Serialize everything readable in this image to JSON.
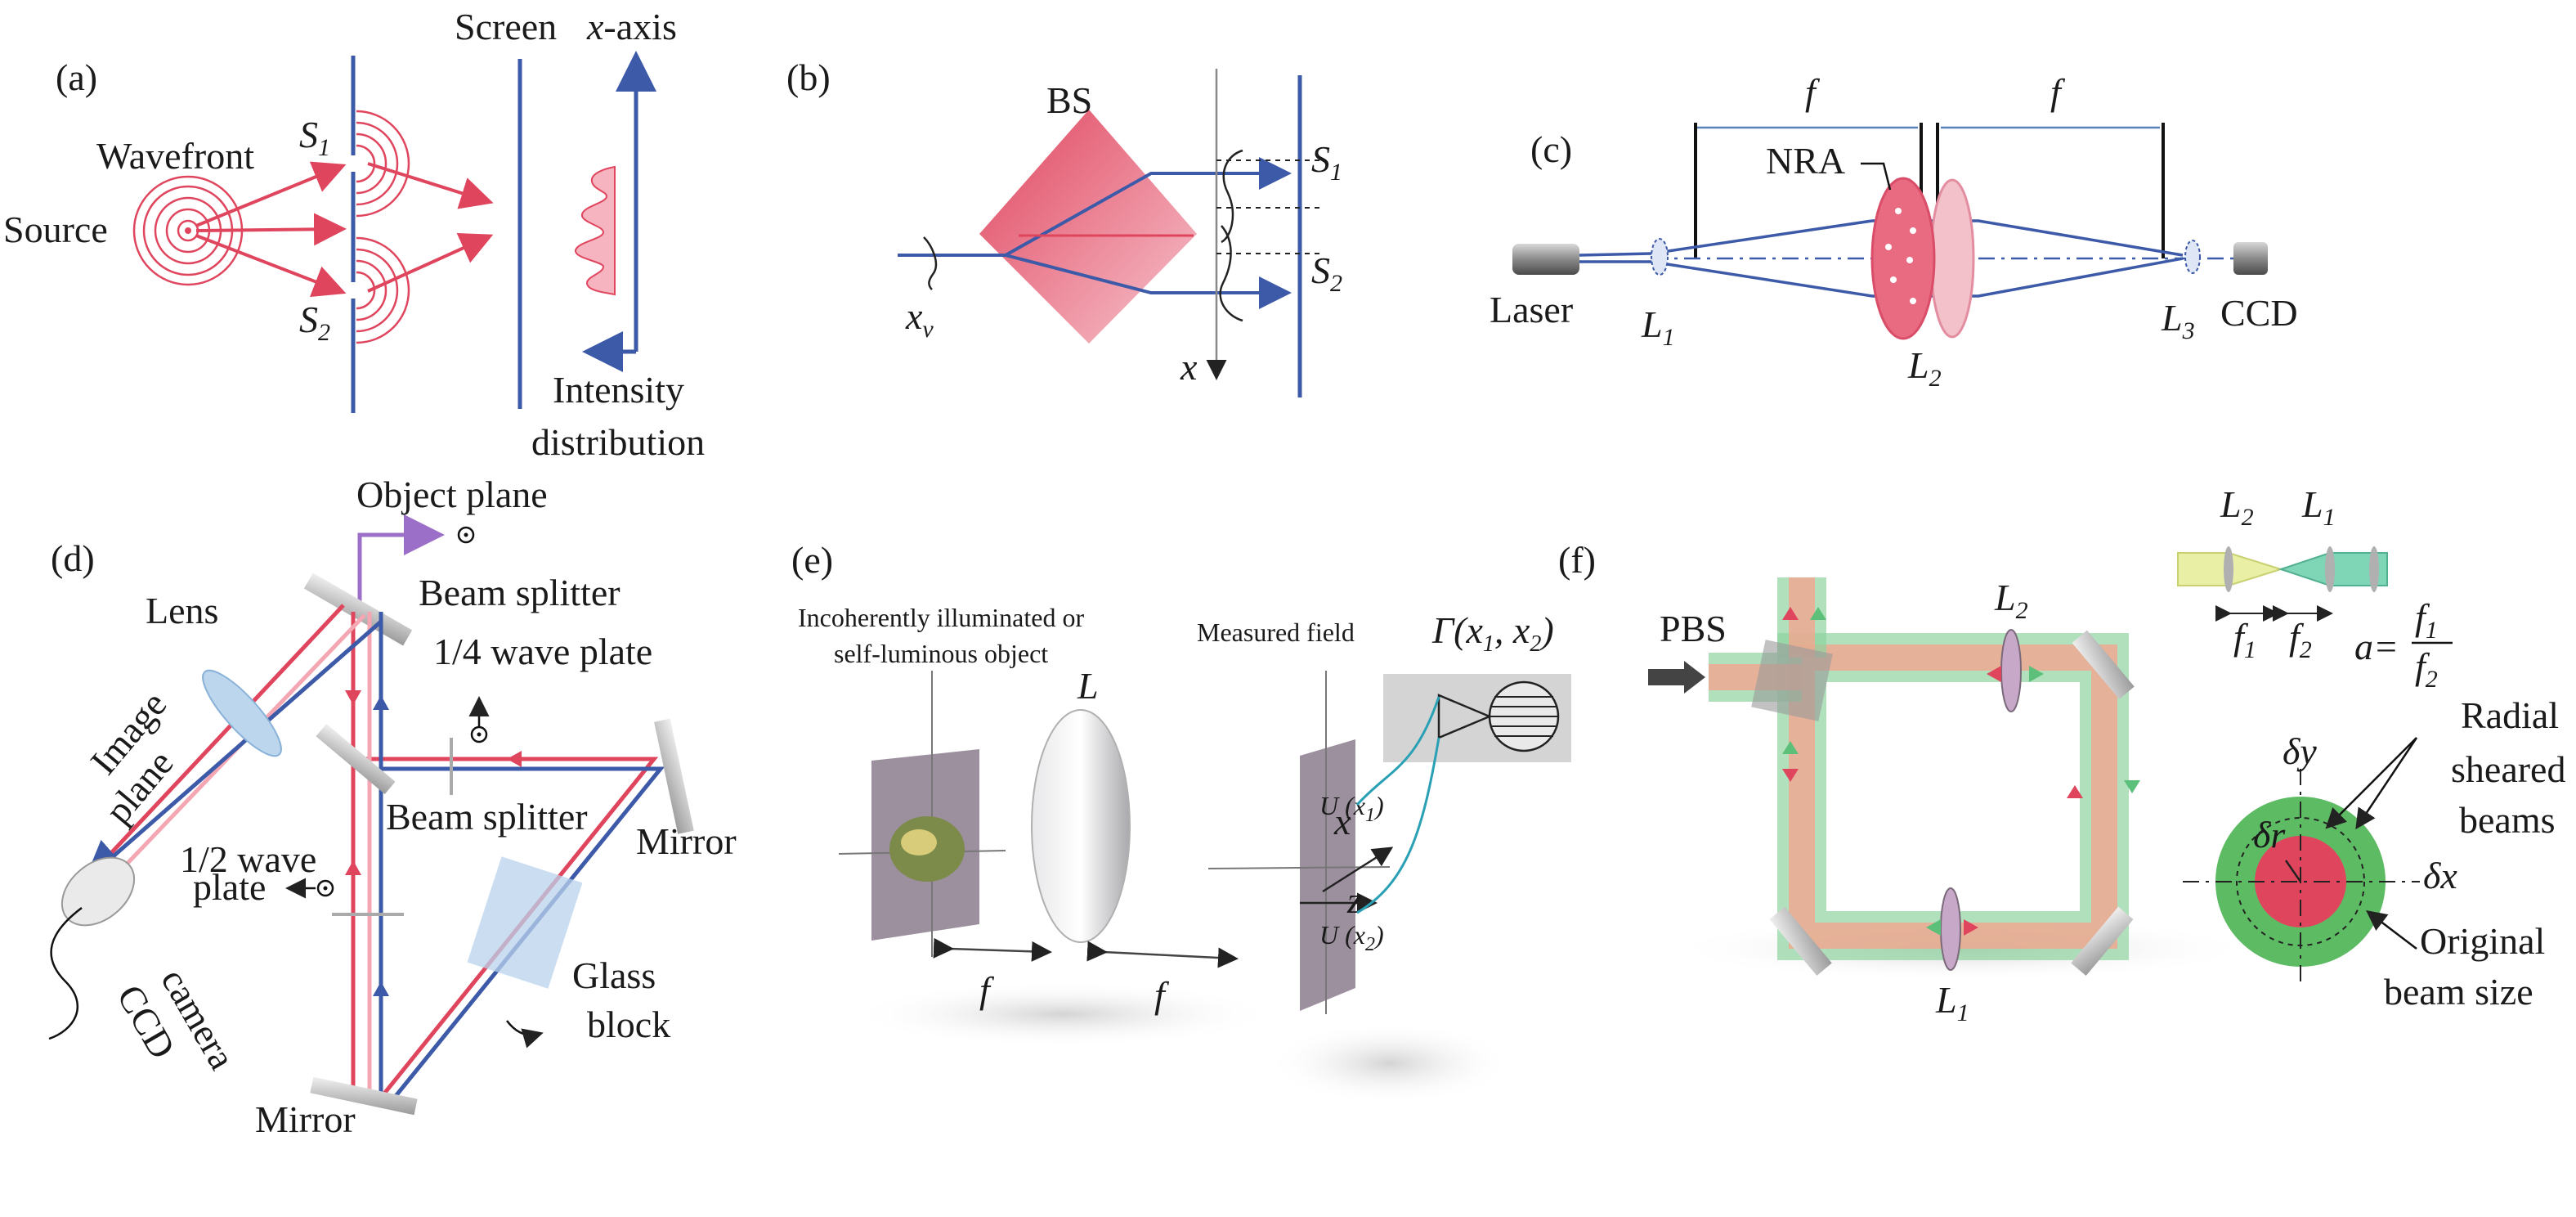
{
  "panels": {
    "a": {
      "label": "(a)",
      "source": "Source",
      "wavefront": "Wavefront",
      "s1": "S",
      "s1_sub": "1",
      "s2": "S",
      "s2_sub": "2",
      "screen": "Screen",
      "x_axis_x": "x",
      "x_axis_rest": "-axis",
      "intensity_line1": "Intensity",
      "intensity_line2": "distribution"
    },
    "b": {
      "label": "(b)",
      "bs": "BS",
      "s1": "S",
      "s1_sub": "1",
      "s2": "S",
      "s2_sub": "2",
      "xv": "x",
      "xv_sub": "v",
      "x": "x"
    },
    "c": {
      "label": "(c)",
      "f_left": "f",
      "f_right": "f",
      "nra": "NRA",
      "laser": "Laser",
      "l1": "L",
      "l1_sub": "1",
      "l2": "L",
      "l2_sub": "2",
      "l3": "L",
      "l3_sub": "3",
      "ccd": "CCD"
    },
    "d": {
      "label": "(d)",
      "object_plane": "Object plane",
      "beam_splitter_top": "Beam splitter",
      "quarter_wave": "1/4 wave plate",
      "image_plane_1": "Image",
      "image_plane_2": "plane",
      "lens": "Lens",
      "beam_splitter_mid": "Beam splitter",
      "mirror_right": "Mirror",
      "half_wave_1": "1/2 wave",
      "half_wave_2": "plate",
      "ccd_1": "CCD",
      "ccd_2": "camera",
      "glass_1": "Glass",
      "glass_2": "block",
      "mirror_bottom": "Mirror"
    },
    "e": {
      "label": "(e)",
      "object_1": "Incoherently illuminated or",
      "object_2": "self-luminous object",
      "measured_field": "Measured field",
      "gamma": "Γ(x",
      "gamma_sub1": "1",
      "gamma_mid": ", x",
      "gamma_sub2": "2",
      "gamma_end": ")",
      "lens": "L",
      "x": "x",
      "z": "z",
      "u1": "U (x",
      "u1_sub": "1",
      "u1_end": ")",
      "u2": "U (x",
      "u2_sub": "2",
      "u2_end": ")",
      "f_left": "f",
      "f_right": "f"
    },
    "f": {
      "label": "(f)",
      "pbs": "PBS",
      "l2": "L",
      "l2_sub": "2",
      "l1": "L",
      "l1_sub": "1",
      "inset_l2": "L",
      "inset_l2_sub": "2",
      "inset_l1": "L",
      "inset_l1_sub": "1",
      "f1": "f",
      "f1_sub": "1",
      "f2": "f",
      "f2_sub": "2",
      "a_eq": "a=",
      "a_num": "f",
      "a_num_sub": "1",
      "a_den": "f",
      "a_den_sub": "2",
      "delta_y": "δy",
      "delta_x": "δx",
      "delta_r": "δr",
      "radial_1": "Radial",
      "radial_2": "sheared",
      "radial_3": "beams",
      "original_1": "Original",
      "original_2": "beam size"
    }
  },
  "colors": {
    "blue": "#3d5aa8",
    "red": "#e0455e",
    "pink": "#f08a9c",
    "green": "#5cc07a",
    "purple": "#9b6fc7",
    "teal": "#2aa0b5"
  }
}
